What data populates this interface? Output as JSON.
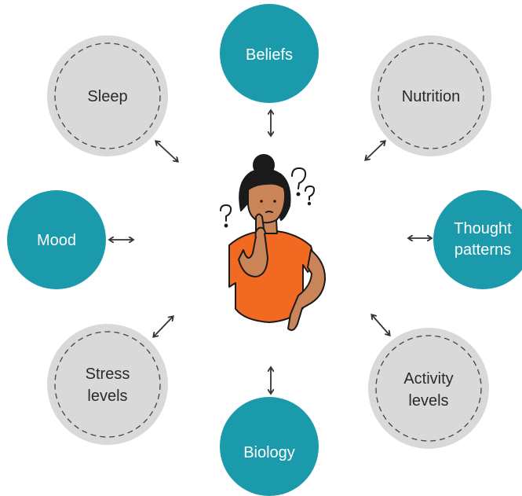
{
  "colors": {
    "teal": "#1a9aaa",
    "grey_circle": "#d9d9d9",
    "dashed_stroke": "#444444",
    "arrow": "#333333",
    "teal_text": "#ffffff",
    "grey_text": "#2a2a2a",
    "shirt": "#f26a21",
    "skin": "#c98557",
    "hair": "#1a1a1a"
  },
  "nodes": {
    "beliefs": "Beliefs",
    "sleep": "Sleep",
    "nutrition": "Nutrition",
    "mood": "Mood",
    "thought_line1": "Thought",
    "thought_line2": "patterns",
    "stress_line1": "Stress",
    "stress_line2": "levels",
    "activity_line1": "Activity",
    "activity_line2": "levels",
    "biology": "Biology"
  },
  "center_figure": {
    "icon": "thinking-person-illustration",
    "marks": "?"
  },
  "connectors": {
    "style": "double-headed-arrow",
    "count": 8
  }
}
